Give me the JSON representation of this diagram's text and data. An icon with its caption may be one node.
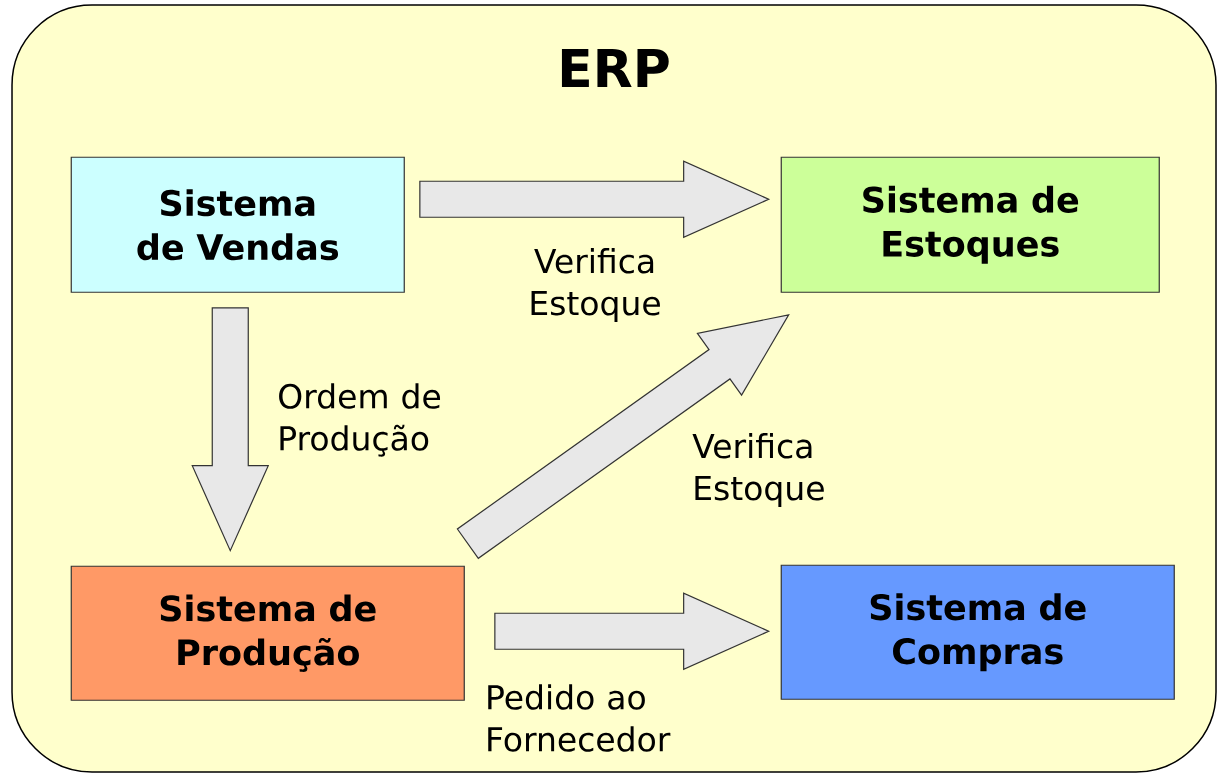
{
  "diagram": {
    "nodes": [
      {
        "text": [
          "ERP"
        ]
      },
      {
        "text": [
          "Sistema de Vendas"
        ],
        "in": 0
      },
      {
        "text": [
          "Sistema de Estoques"
        ],
        "in": 0
      },
      {
        "text": [
          "Sistema de Produção"
        ],
        "in": 0
      },
      {
        "text": [
          "Sistema de Compras"
        ],
        "in": 0
      }
    ],
    "edges": [
      {
        "from": 1,
        "to": 2,
        "arrow": "to",
        "label": "Verifica Estoque"
      },
      {
        "from": 1,
        "to": 3,
        "arrow": "to",
        "label": "Ordem de Produção"
      },
      {
        "from": 3,
        "to": 2,
        "arrow": "to",
        "label": "Verifica Estoque"
      },
      {
        "from": 3,
        "to": 4,
        "arrow": "to",
        "label": "Pedido ao Fornecedor"
      }
    ]
  }
}
